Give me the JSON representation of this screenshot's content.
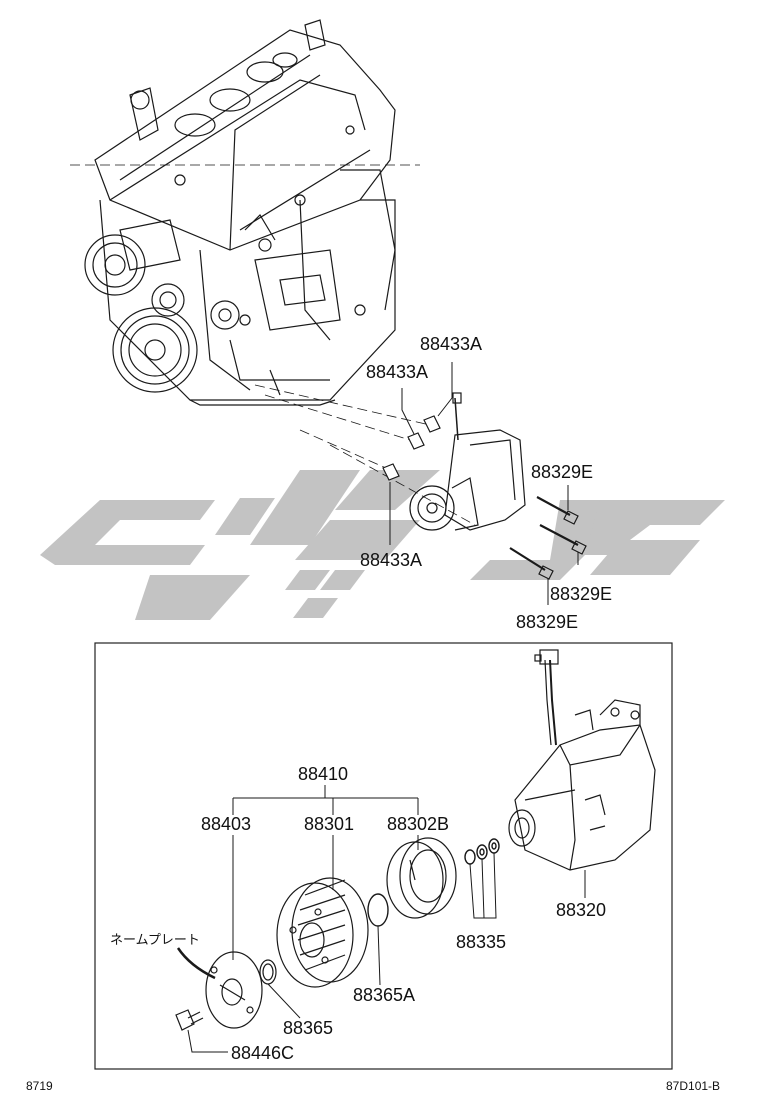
{
  "watermark": {
    "text": "کی‌پارت",
    "color": "#bfbfbf"
  },
  "colors": {
    "line": "#1a1a1a",
    "frame": "#222222"
  },
  "engine_labels": {
    "p88433a_1": "88433A",
    "p88433a_2": "88433A",
    "p88433a_3": "88433A",
    "p88329e_1": "88329E",
    "p88329e_2": "88329E",
    "p88329e_3": "88329E"
  },
  "detail_labels": {
    "p88410": "88410",
    "p88403": "88403",
    "p88301": "88301",
    "p88302b": "88302B",
    "p88320": "88320",
    "p88335": "88335",
    "p88365a": "88365A",
    "p88365": "88365",
    "p88446c": "88446C",
    "nameplate": "ネームプレート"
  },
  "footer": {
    "left": "8719",
    "right": "87D101-B"
  }
}
